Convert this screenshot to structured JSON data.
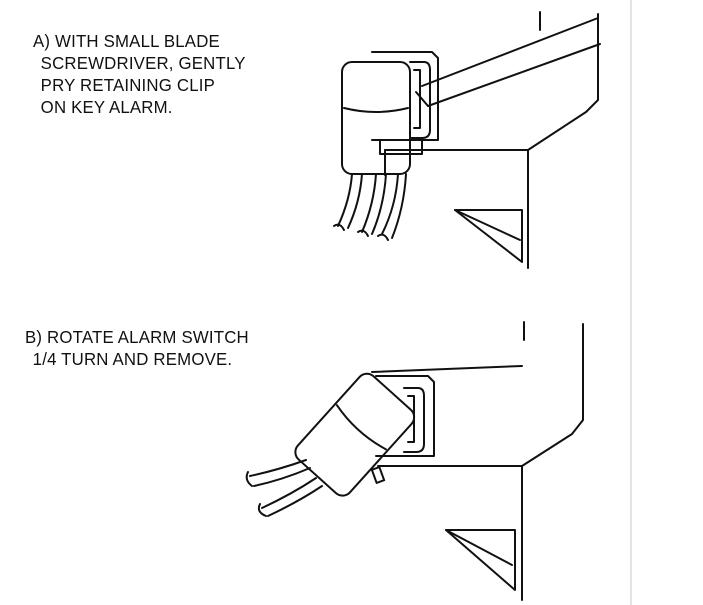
{
  "steps": [
    {
      "id": "A",
      "lines": [
        "A) WITH SMALL BLADE",
        "SCREWDRIVER, GENTLY",
        "PRY RETAINING CLIP",
        "ON KEY ALARM."
      ]
    },
    {
      "id": "B",
      "lines": [
        "B) ROTATE ALARM SWITCH",
        "1/4 TURN AND REMOVE."
      ]
    }
  ],
  "colors": {
    "ink": "#111111",
    "background": "#ffffff",
    "frame": "#e3e3e3"
  }
}
